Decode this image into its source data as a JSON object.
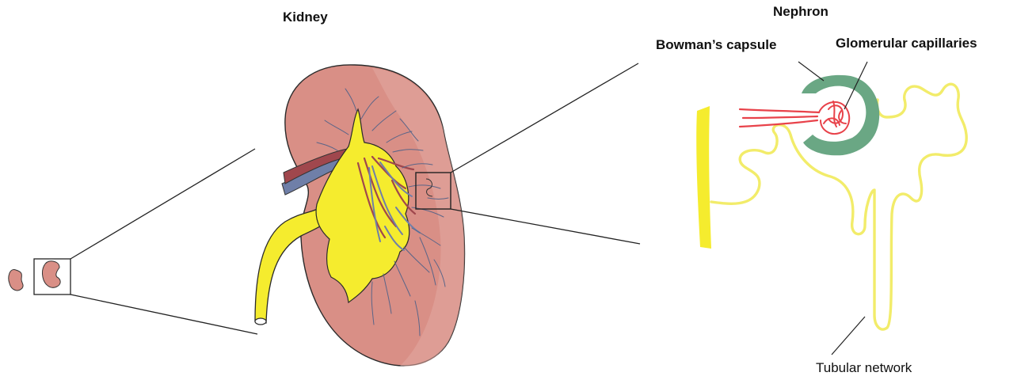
{
  "labels": {
    "kidney": "Kidney",
    "nephron": "Nephron",
    "bowmans_capsule": "Bowman’s capsule",
    "glomerular_capillaries": "Glomerular capillaries",
    "tubular_network": "Tubular network"
  },
  "colors": {
    "kidney_tissue": "#d98f86",
    "kidney_pale": "#e2aaa3",
    "ureter_yellow": "#f5ec2e",
    "tubule_yellow": "#f2ec6a",
    "vessel_red": "#a0474d",
    "vessel_blue": "#6f7fa8",
    "capsule_green": "#6aa784",
    "capillary_red": "#e8424a",
    "outline": "#222222"
  }
}
